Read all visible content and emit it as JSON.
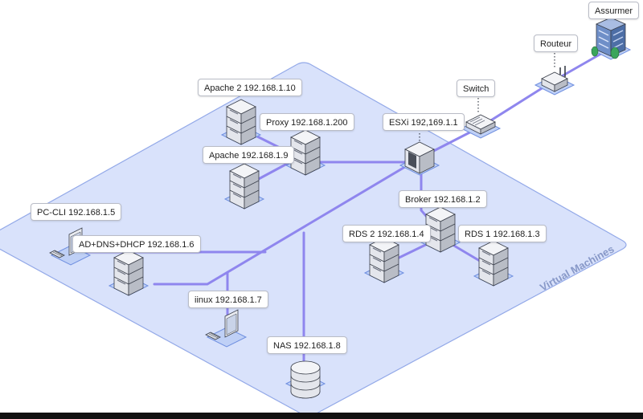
{
  "zone": {
    "label": "Virtual Machines"
  },
  "nodes": {
    "assurmer": {
      "label": "Assurmer"
    },
    "routeur": {
      "label": "Routeur"
    },
    "switch": {
      "label": "Switch"
    },
    "esxi": {
      "label": "ESXi 192,169.1.1"
    },
    "apache2": {
      "label": "Apache 2 192.168.1.10"
    },
    "proxy": {
      "label": "Proxy 192.168.1.200"
    },
    "apache": {
      "label": "Apache 192.168.1.9"
    },
    "broker": {
      "label": "Broker 192.168.1.2"
    },
    "rds2": {
      "label": "RDS 2 192.168.1.4"
    },
    "rds1": {
      "label": "RDS 1 192.168.1.3"
    },
    "pccli": {
      "label": "PC-CLI 192.168.1.5"
    },
    "addhcp": {
      "label": "AD+DNS+DHCP 192.168.1.6"
    },
    "linux": {
      "label": "iinux 192.168.1.7"
    },
    "nas": {
      "label": "NAS 192.168.1.8"
    }
  },
  "colors": {
    "zone_fill": "#d9e2fb",
    "zone_stroke": "#93a9e8",
    "zone_text": "#8798c8",
    "link": "#8f86ee",
    "tile_fill": "#bfd0f6",
    "tile_stroke": "#6f8fe0",
    "server_light": "#eef0f4",
    "server_mid": "#c9ccd3",
    "server_dark": "#9fa4ae",
    "outline": "#3a3f4a"
  }
}
